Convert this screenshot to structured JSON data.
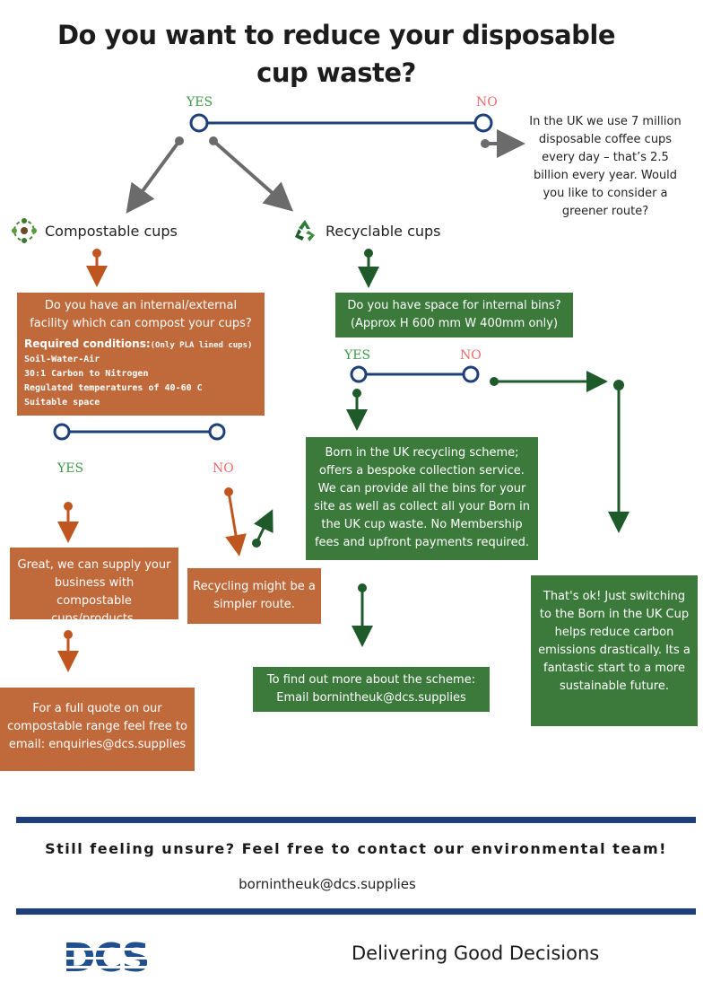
{
  "title": "Do you want to reduce your disposable cup waste?",
  "labels": {
    "yes": "YES",
    "no": "NO"
  },
  "info": "In the UK we use 7 million disposable coffee cups every day – that’s 2.5 billion every year. Would you like to consider a greener route?",
  "compostable": {
    "label": "Compostable cups",
    "icon": "compost-leaf-ring-icon",
    "question": "Do you have an internal/external facility which can compost your cups?",
    "req_title": "Required conditions:",
    "req_note": "(Only PLA lined cups)",
    "conditions": [
      "Soil-Water-Air",
      "30:1 Carbon to Nitrogen",
      "Regulated temperatures of 40-60 C",
      "Suitable space"
    ],
    "yes_box": "Great, we can supply your business with compostable cups/products.",
    "no_box": "Recycling might be a simpler route.",
    "quote_box": "For a full quote on our compostable range feel free to email: enquiries@dcs.supplies"
  },
  "recyclable": {
    "label": "Recyclable cups",
    "icon": "recycle-icon",
    "question": "Do you have space for internal bins? (Approx H 600 mm  W 400mm only)",
    "scheme_box": "Born in the UK recycling scheme; offers a bespoke collection service. We can provide all the bins for your site as well as collect all your Born in the UK cup waste. No Membership fees and upfront payments required.",
    "find_out_box": "To find out more about the scheme: Email bornintheuk@dcs.supplies",
    "ok_box": "That's ok! Just switching to the Born in the UK Cup helps reduce carbon emissions drastically. Its a fantastic start to a more sustainable future."
  },
  "footer": {
    "question": "Still feeling unsure? Feel free to contact our environmental team!",
    "email": "bornintheuk@dcs.supplies",
    "logo_text": "DCS",
    "slogan": "Delivering Good Decisions"
  },
  "colors": {
    "orange": "#c0693b",
    "green": "#3b7a3b",
    "navy": "#1f3f7a",
    "grey": "#6b6b6b"
  }
}
